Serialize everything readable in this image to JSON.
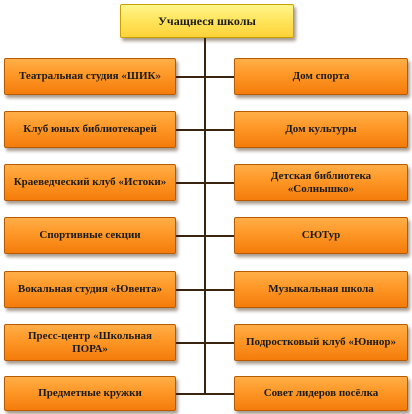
{
  "root": {
    "label": "Учащнеся школы"
  },
  "left": [
    "Театральная студия «ШИК»",
    "Клуб юных библиотекарей",
    "Краеведческий клуб «Истоки»",
    "Спортивные секции",
    "Вокальная студия «Ювента»",
    "Пресс-центр «Школьная ПОРА»",
    "Предметные кружки"
  ],
  "right": [
    "Дом спорта",
    "Дом культуры",
    "Детская библиотека «Солнышко»",
    "СЮТур",
    "Музыкальная школа",
    "Подростковый клуб «Юннор»",
    "Совет лидеров посёлка"
  ]
}
